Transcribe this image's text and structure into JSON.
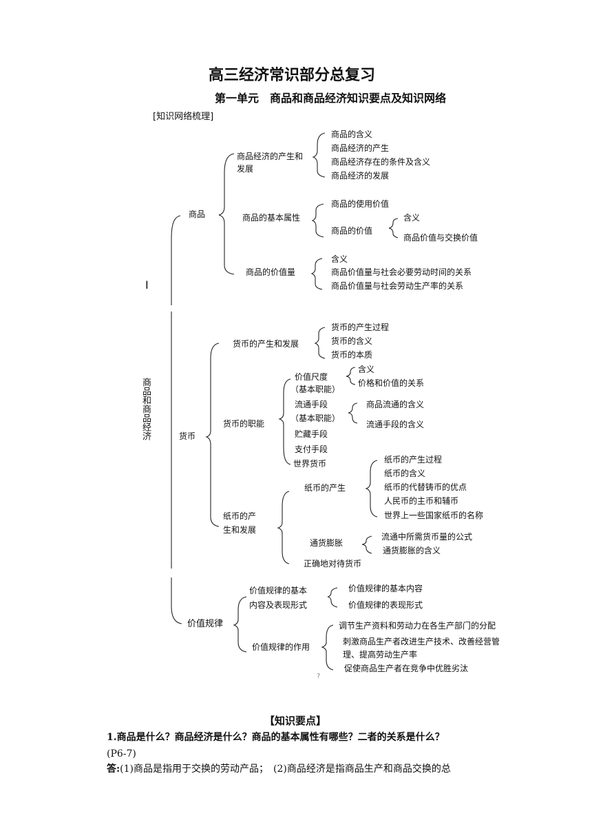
{
  "title": "高三经济常识部分总复习",
  "subtitle": "第一单元　商品和商品经济知识要点及知识网络",
  "tree_label": "[知识网络梳理]",
  "root": "商品和商品经济",
  "stray_mark": "I",
  "commodity": {
    "label": "商品",
    "production": {
      "label_l1": "商品经济的产生和",
      "label_l2": "发展",
      "items": [
        "商品的含义",
        "商品经济的产生",
        "商品经济存在的条件及含义",
        "商品经济的发展"
      ]
    },
    "attributes": {
      "label": "商品的基本属性",
      "use_value": "商品的使用价值",
      "value": "商品的价值",
      "value_items": [
        "含义",
        "商品价值与交换价值"
      ]
    },
    "value_amount": {
      "label": "商品的价值量",
      "items": [
        "含义",
        "商品价值量与社会必要劳动时间的关系",
        "商品价值量与社会劳动生产率的关系"
      ]
    }
  },
  "money": {
    "label": "货币",
    "origin": {
      "label": "货币的产生和发展",
      "items": [
        "货币的产生过程",
        "货币的含义",
        "货币的本质"
      ]
    },
    "functions": {
      "label": "货币的职能",
      "measure": "价值尺度",
      "basic1": "（基本职能）",
      "measure_items": [
        "含义",
        "价格和价值的关系"
      ],
      "circulation": "流通手段",
      "basic2": "（基本职能）",
      "circulation_items": [
        "商品流通的含义",
        "流通手段的含义"
      ],
      "hoarding": "贮藏手段",
      "payment": "支付手段",
      "world": "世界货币"
    },
    "paper": {
      "label_l1": "纸币的产",
      "label_l2": "生和发展",
      "origin": "纸币的产生",
      "origin_items": [
        "纸币的产生过程",
        "纸币的含义",
        "纸币的代替铸币的优点",
        "人民币的主币和辅币",
        "世界上一些国家纸币的名称"
      ],
      "inflation": "通货膨胀",
      "inflation_items": [
        "流通中所需货币量的公式",
        "通货膨胀的含义"
      ],
      "treat": "正确地对待货币"
    }
  },
  "law": {
    "label": "价值规律",
    "content": {
      "label_l1": "价值规律的基本",
      "label_l2": "内容及表现形式",
      "items": [
        "价值规律的基本内容",
        "价值规律的表现形式"
      ]
    },
    "role": {
      "label": "价值规律的作用",
      "items": [
        "调节生产资料和劳动力在各生产部门的分配",
        "刺激商品生产者改进生产技术、改善经营管",
        "理、提高劳动生产率",
        "促使商品生产者在竞争中优胜劣汰"
      ]
    }
  },
  "stray_mark2": "?",
  "key_points": {
    "heading": "【知识要点】",
    "q1": "1.商品是什么？商品经济是什么？商品的基本属性有哪些？二者的关系是什么？",
    "q1_page": "(P6-7)",
    "answer_prefix": "答:",
    "answer_text": "(1)商品是指用于交换的劳动产品；　(2)商品经济是指商品生产和商品交换的总"
  }
}
